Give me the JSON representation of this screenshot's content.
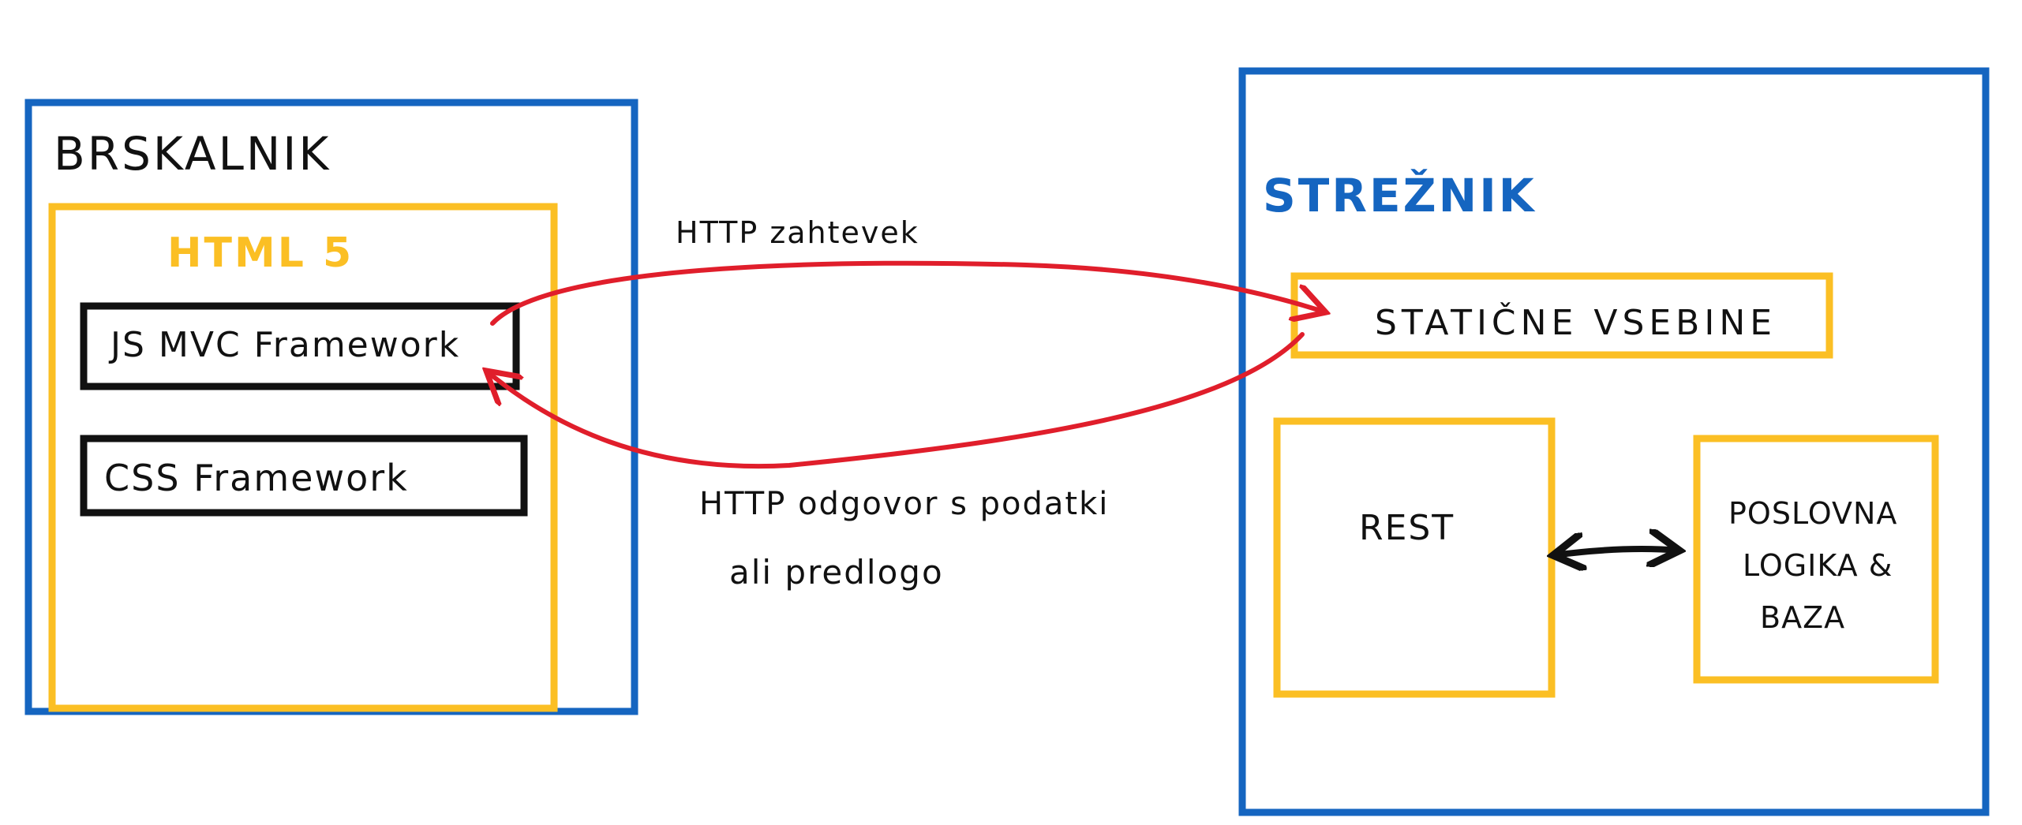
{
  "colors": {
    "blue": "#1565c0",
    "yellow": "#fbbf24",
    "red": "#e01e2b",
    "black": "#111111"
  },
  "browser": {
    "title": "BRSKALNIK",
    "html5_label": "HTML 5",
    "js_framework_label": "JS MVC Framework",
    "css_framework_label": "CSS Framework"
  },
  "server": {
    "title": "STREŽNIK",
    "static_label": "STATIČNE VSEBINE",
    "rest_label": "REST",
    "logic_lines": [
      "POSLOVNA",
      "LOGIKA &",
      "BAZA"
    ]
  },
  "arrows": {
    "request_label": "HTTP zahtevek",
    "response_lines": [
      "HTTP odgovor s podatki",
      "ali predlogo"
    ]
  }
}
